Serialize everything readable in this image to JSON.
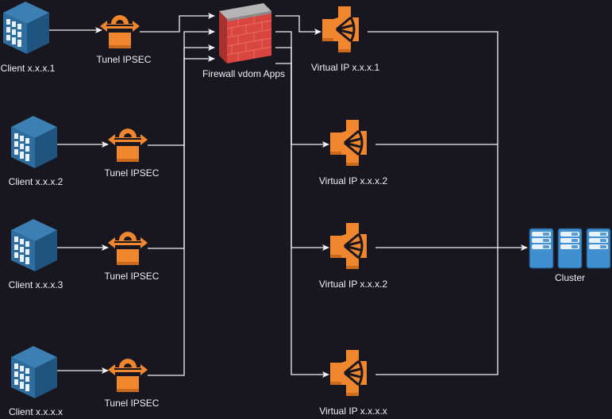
{
  "diagram": {
    "background": "#18161e",
    "edge_color": "#f0f0f0",
    "nodes": {
      "clients": [
        {
          "id": "client-1",
          "label": "Client x.x.x.1",
          "icon": "office-building-icon"
        },
        {
          "id": "client-2",
          "label": "Client x.x.x.2",
          "icon": "office-building-icon"
        },
        {
          "id": "client-3",
          "label": "Client x.x.x.3",
          "icon": "office-building-icon"
        },
        {
          "id": "client-x",
          "label": "Client x.x.x.x",
          "icon": "office-building-icon"
        }
      ],
      "tunnels": [
        {
          "id": "tunnel-1",
          "label": "Tunel IPSEC",
          "icon": "vpn-lock-icon"
        },
        {
          "id": "tunnel-2",
          "label": "Tunel IPSEC",
          "icon": "vpn-lock-icon"
        },
        {
          "id": "tunnel-3",
          "label": "Tunel IPSEC",
          "icon": "vpn-lock-icon"
        },
        {
          "id": "tunnel-x",
          "label": "Tunel IPSEC",
          "icon": "vpn-lock-icon"
        }
      ],
      "firewall": {
        "id": "firewall",
        "label": "Firewall vdom Apps",
        "icon": "firewall-brick-wall-icon"
      },
      "virtual_ips": [
        {
          "id": "vip-1",
          "label": "Virtual IP x.x.x.1",
          "icon": "load-balancer-icon"
        },
        {
          "id": "vip-2",
          "label": "Virtual IP x.x.x.2",
          "icon": "load-balancer-icon"
        },
        {
          "id": "vip-3",
          "label": "Virtual IP x.x.x.2",
          "icon": "load-balancer-icon"
        },
        {
          "id": "vip-x",
          "label": "Virtual IP x.x.x.x",
          "icon": "load-balancer-icon"
        }
      ],
      "cluster": {
        "id": "cluster",
        "label": "Cluster",
        "icon": "server-cluster-icon"
      }
    },
    "colors": {
      "building": "#2e6d9e",
      "lock": "#f0862e",
      "firewall_brick": "#d9453f",
      "vip": "#f0862e",
      "server": "#3f8fd1"
    },
    "edges": [
      {
        "from": "client-1",
        "to": "tunnel-1"
      },
      {
        "from": "client-2",
        "to": "tunnel-2"
      },
      {
        "from": "client-3",
        "to": "tunnel-3"
      },
      {
        "from": "client-x",
        "to": "tunnel-x"
      },
      {
        "from": "tunnel-1",
        "to": "firewall"
      },
      {
        "from": "tunnel-2",
        "to": "firewall"
      },
      {
        "from": "tunnel-3",
        "to": "firewall"
      },
      {
        "from": "tunnel-x",
        "to": "firewall"
      },
      {
        "from": "firewall",
        "to": "vip-1"
      },
      {
        "from": "firewall",
        "to": "vip-2"
      },
      {
        "from": "firewall",
        "to": "vip-3"
      },
      {
        "from": "firewall",
        "to": "vip-x"
      },
      {
        "from": "vip-1",
        "to": "cluster"
      },
      {
        "from": "vip-2",
        "to": "cluster"
      },
      {
        "from": "vip-3",
        "to": "cluster"
      },
      {
        "from": "vip-x",
        "to": "cluster"
      }
    ]
  }
}
